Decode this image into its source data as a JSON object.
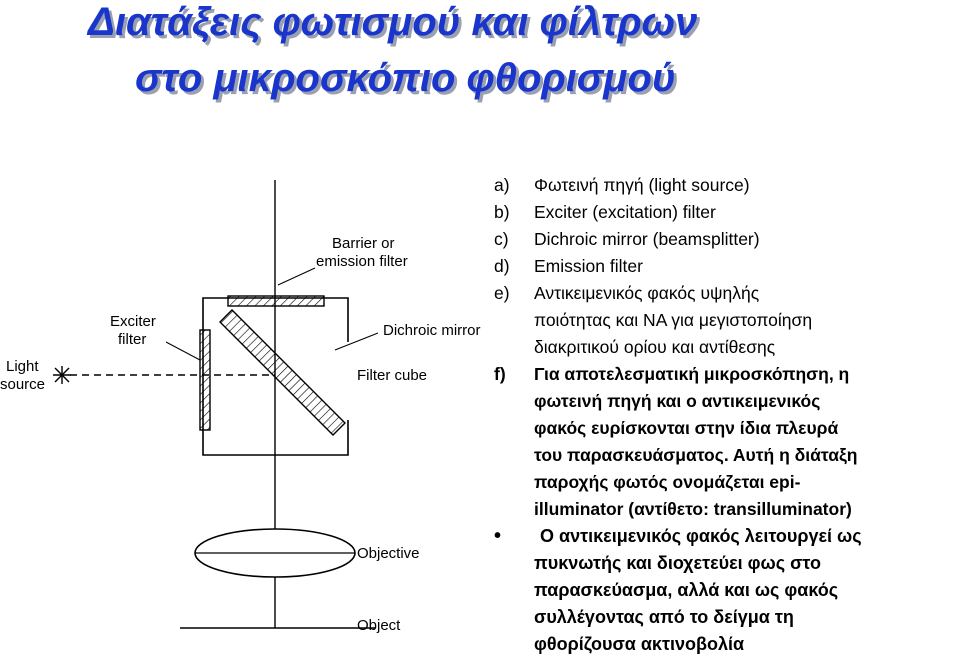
{
  "title": {
    "line1": "Διατάξεις φωτισμού και φίλτρων",
    "line2": "στο μικροσκόπιο φθορισμού"
  },
  "diagram": {
    "labels": {
      "barrier": [
        "Barrier or",
        "emission filter"
      ],
      "exciter": [
        "Exciter",
        "filter"
      ],
      "light": [
        "Light",
        "source"
      ],
      "dichroic": "Dichroic mirror",
      "filter_cube": "Filter cube",
      "objective": "Objective",
      "object": "Object"
    }
  },
  "legend": {
    "items": [
      {
        "label": "a)",
        "text": "Φωτεινή πηγή (light source)"
      },
      {
        "label": "b)",
        "text": "Exciter (excitation) filter"
      },
      {
        "label": "c)",
        "text": "Dichroic mirror (beamsplitter)"
      },
      {
        "label": "d)",
        "text": "Emission filter"
      },
      {
        "label": "e)",
        "text": "Αντικειμενικός φακός υψηλής",
        "cont": [
          "ποιότητας και NA για μεγιστοποίηση",
          "διακριτικού ορίου και αντίθεσης"
        ]
      },
      {
        "label": "f)",
        "text": "Για αποτελεσματική μικροσκόπηση, η",
        "cont": [
          "φωτεινή πηγή και ο αντικειμενικός",
          "φακός ευρίσκονται στην ίδια πλευρά",
          "του παρασκευάσματος. Αυτή η διάταξη",
          "παροχής φωτός ονομάζεται epi-",
          "illuminator (αντίθετο: transilluminator)"
        ]
      }
    ],
    "bullet": {
      "text": "Ο αντικειμενικός φακός λειτουργεί ως",
      "cont": [
        "πυκνωτής και διοχετεύει φως στο",
        "παρασκεύασμα, αλλά και ως φακός",
        "συλλέγοντας από το δείγμα τη",
        "φθορίζουσα ακτινοβολία"
      ]
    }
  }
}
